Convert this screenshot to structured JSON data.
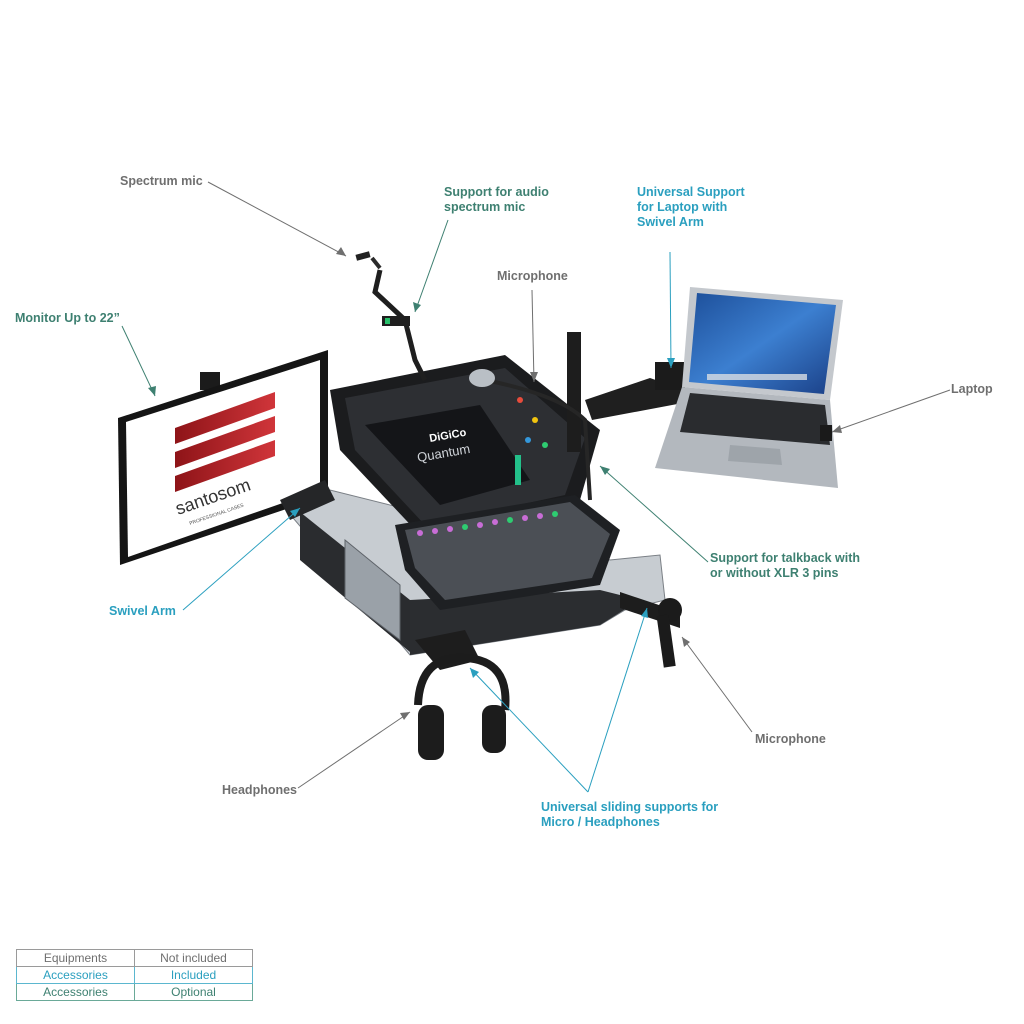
{
  "labels": {
    "spectrum_mic": "Spectrum mic",
    "support_audio_line1": "Support for audio",
    "support_audio_line2": "spectrum mic",
    "universal_laptop_line1": "Universal Support",
    "universal_laptop_line2": "for Laptop with",
    "universal_laptop_line3": "Swivel Arm",
    "microphone_top": "Microphone",
    "monitor": "Monitor Up to 22”",
    "laptop": "Laptop",
    "talkback_line1": "Support for talkback with",
    "talkback_line2": "or without XLR 3 pins",
    "swivel_arm": "Swivel Arm",
    "microphone_bottom": "Microphone",
    "headphones": "Headphones",
    "sliding_line1": "Universal sliding supports for",
    "sliding_line2": "Micro / Headphones"
  },
  "product": {
    "monitor_brand": "santosom",
    "monitor_tagline": "PROFESSIONAL CASES",
    "console_brand": "DiGiCo",
    "console_model": "Quantum"
  },
  "legend": {
    "rows": [
      {
        "left": "Equipments",
        "right": "Not included",
        "color": "#6f6f6f"
      },
      {
        "left": "Accessories",
        "right": "Included",
        "color": "#2a9fbf"
      },
      {
        "left": "Accessories",
        "right": "Optional",
        "color": "#3e8071"
      }
    ]
  },
  "colors": {
    "gray_label": "#6f6f6f",
    "teal_label": "#3e8071",
    "blue_label": "#2a9fbf",
    "brand_red": "#b52127"
  }
}
